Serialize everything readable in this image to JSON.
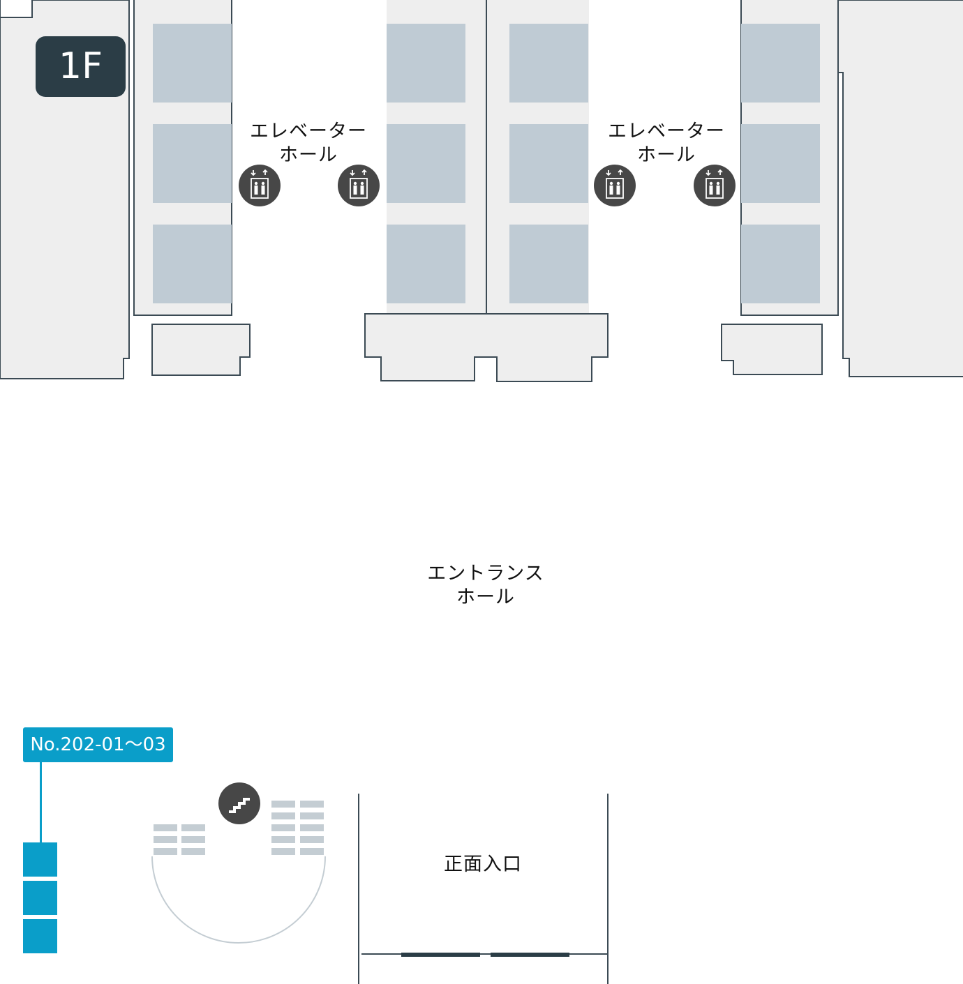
{
  "floor": {
    "label": "1F"
  },
  "areas": {
    "elevator_hall_left": {
      "line1": "エレベーター",
      "line2": "ホール"
    },
    "elevator_hall_right": {
      "line1": "エレベーター",
      "line2": "ホール"
    },
    "entrance_hall": {
      "line1": "エントランス",
      "line2": "ホール"
    },
    "main_entrance": "正面入口"
  },
  "booth": {
    "label": "No.202-01〜03",
    "cells": 3
  },
  "icons": {
    "elevator": "elevator-icon",
    "stairs": "stairs-icon"
  },
  "colors": {
    "wall_fill": "#eeeeee",
    "wall_stroke": "#3b4a54",
    "room_block": "#bfcbd4",
    "badge_dark": "#2b3d46",
    "booth_accent": "#0a9ec9",
    "icon_dark": "#474747"
  }
}
